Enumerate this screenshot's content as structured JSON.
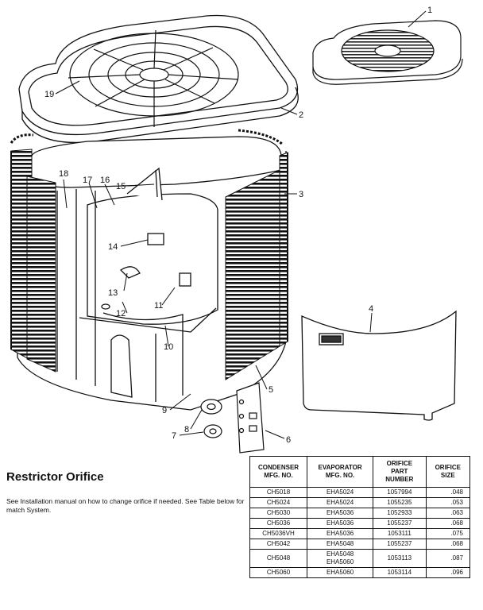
{
  "callouts": [
    "1",
    "2",
    "3",
    "4",
    "5",
    "6",
    "7",
    "8",
    "9",
    "10",
    "11",
    "12",
    "13",
    "14",
    "15",
    "16",
    "17",
    "18",
    "19"
  ],
  "restrictor": {
    "title": "Restrictor Orifice",
    "note": "See Installation manual on how to change orifice if needed. See Table below for match System."
  },
  "table": {
    "headers": [
      "CONDENSER\nMFG. NO.",
      "EVAPORATOR\nMFG. NO.",
      "ORIFICE\nPART\nNUMBER",
      "ORIFICE\nSIZE"
    ],
    "rows": [
      [
        "CH5018",
        "EHA5024",
        "1057994",
        ".048"
      ],
      [
        "CH5024",
        "EHA5024",
        "1055235",
        ".053"
      ],
      [
        "CH5030",
        "EHA5036",
        "1052933",
        ".063"
      ],
      [
        "CH5036",
        "EHA5036",
        "1055237",
        ".068"
      ],
      [
        "CH5036VH",
        "EHA5036",
        "1053111",
        ".075"
      ],
      [
        "CH5042",
        "EHA5048",
        "1055237",
        ".068"
      ],
      [
        "CH5048",
        "EHA5048\nEHA5060",
        "1053113",
        ".087"
      ],
      [
        "CH5060",
        "EHA5060",
        "1053114",
        ".096"
      ]
    ]
  }
}
